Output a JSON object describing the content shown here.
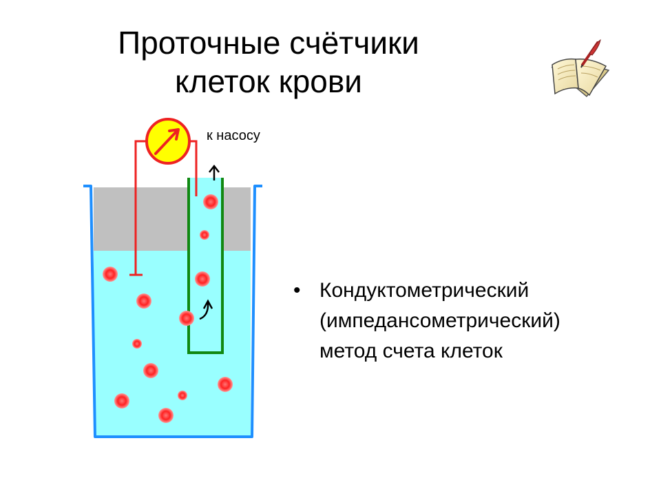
{
  "slide": {
    "title_line_1": "Проточные счётчики",
    "title_line_2": "клеток крови"
  },
  "diagram": {
    "pump_label": "к насосу",
    "colors": {
      "liquid": "#99ffff",
      "air": "#c0c0c0",
      "beaker": "#1e8fff",
      "tube": "#118811",
      "wire": "#ee2222",
      "meter_fill": "#ffff00",
      "meter_rim": "#ee2222",
      "cell": "#ff2222"
    }
  },
  "bullet": {
    "symbol": "•",
    "line_1": "Кондуктометрический",
    "line_2": "(импедансометрический)",
    "line_3": "метод счета клеток"
  },
  "icons": {
    "book": "open-book-with-quill-icon",
    "meter": "galvanometer-icon"
  }
}
